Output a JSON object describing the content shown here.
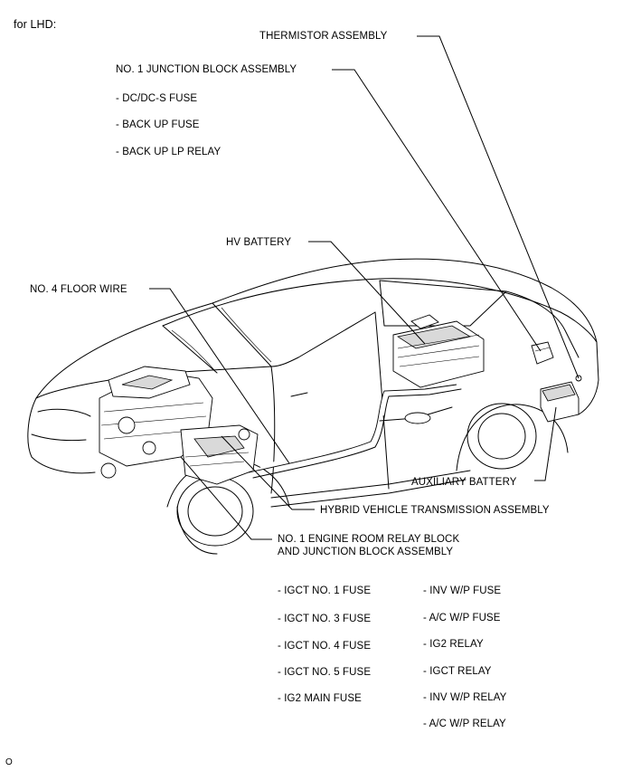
{
  "header": {
    "title": "for LHD:"
  },
  "labels": {
    "thermistor": "THERMISTOR ASSEMBLY",
    "jb1": "NO. 1 JUNCTION BLOCK ASSEMBLY",
    "jb1_items": [
      "- DC/DC-S FUSE",
      "- BACK UP FUSE",
      "- BACK UP LP RELAY"
    ],
    "hv_battery": "HV BATTERY",
    "floor_wire": "NO. 4 FLOOR WIRE",
    "aux_battery": "AUXILIARY BATTERY",
    "hv_transmission": "HYBRID VEHICLE TRANSMISSION ASSEMBLY",
    "er_relay_line1": "NO. 1 ENGINE ROOM RELAY BLOCK",
    "er_relay_line2": "AND JUNCTION BLOCK ASSEMBLY",
    "er_col1": [
      "- IGCT NO. 1 FUSE",
      "- IGCT NO. 3 FUSE",
      "- IGCT NO. 4 FUSE",
      "- IGCT NO. 5 FUSE",
      "- IG2 MAIN FUSE"
    ],
    "er_col2": [
      "- INV W/P FUSE",
      "- A/C W/P FUSE",
      "- IG2 RELAY",
      "- IGCT RELAY",
      "- INV W/P RELAY",
      "- A/C W/P RELAY"
    ]
  },
  "footer": {
    "code": "O"
  }
}
